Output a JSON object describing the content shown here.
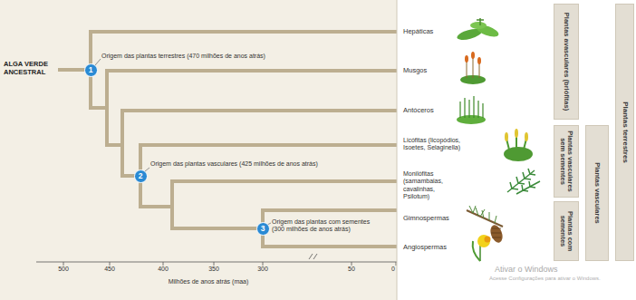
{
  "diagram": {
    "nodes": [
      {
        "text": [
          "1"
        ]
      },
      {
        "text": [
          "2"
        ]
      },
      {
        "text": [
          "3"
        ]
      },
      {
        "text": [
          "Plantas avasculares (briófitas)"
        ]
      },
      {
        "text": [
          "Plantas vasculares sem sementes"
        ]
      },
      {
        "text": [
          "Plantas com sementes"
        ]
      },
      {
        "text": [
          "Plantas vasculares"
        ]
      },
      {
        "text": [
          "Plantas terrestres"
        ]
      }
    ],
    "labels": [
      "ALGA VERDE ANCESTRAL",
      "Origem das plantas terrestres (470 milhões de anos atrás)",
      "Origem das plantas vasculares (425 milhões de anos atrás)",
      "Origem das plantas com sementes (300 milhões de anos atrás)",
      "Hepáticas",
      "Musgos",
      "Antóceros",
      "Licófitas (licopódios, Isoetes, Selaginella)",
      "Monilófitas (samambaias, cavalinhas, Psilotum)",
      "Gimnospermas",
      "Angiospermas",
      "500",
      "450",
      "400",
      "350",
      "300",
      "50",
      "0",
      "Milhões de anos atrás (maa)",
      "Ativar o Windows",
      "Acesse Configurações para ativar o Windows."
    ]
  }
}
